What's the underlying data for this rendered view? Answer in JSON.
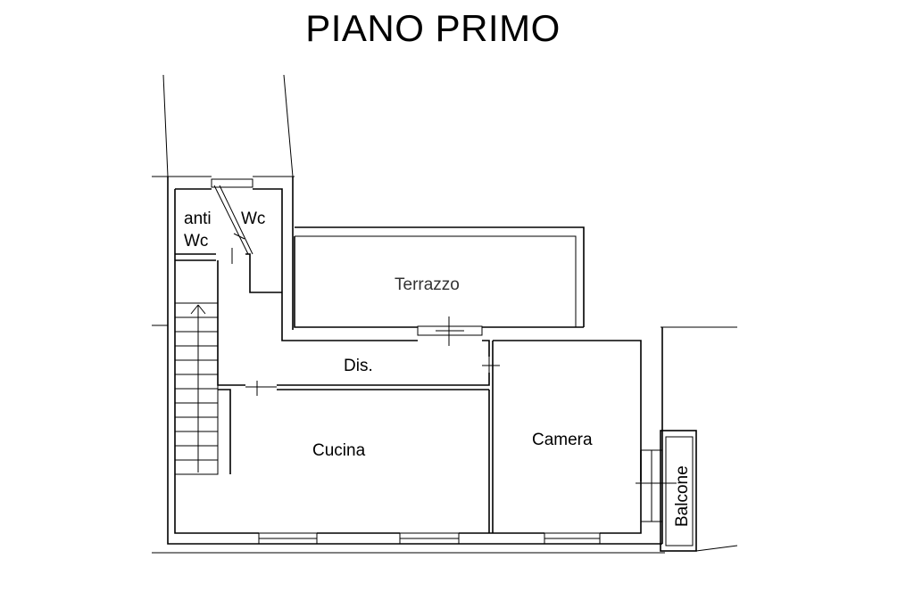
{
  "title": "PIANO PRIMO",
  "rooms": {
    "anti_wc_line1": "anti",
    "anti_wc_line2": "Wc",
    "wc": "Wc",
    "terrazzo": "Terrazzo",
    "dis": "Dis.",
    "cucina": "Cucina",
    "camera": "Camera",
    "balcone": "Balcone"
  }
}
